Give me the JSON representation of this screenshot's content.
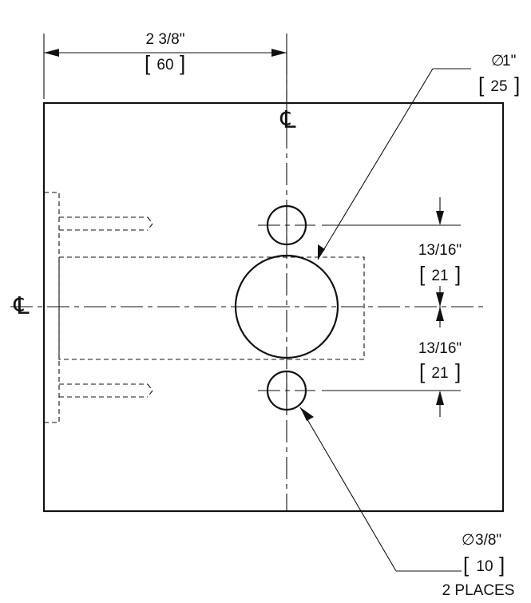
{
  "dimensions": {
    "top_width": {
      "imperial": "2 3/8\"",
      "metric": "60"
    },
    "large_hole": {
      "imperial": "1\"",
      "metric": "25",
      "diameter_symbol": "∅"
    },
    "upper_offset": {
      "imperial": "13/16\"",
      "metric": "21"
    },
    "lower_offset": {
      "imperial": "13/16\"",
      "metric": "21"
    },
    "small_hole": {
      "imperial": "3/8\"",
      "metric": "10",
      "diameter_symbol": "∅",
      "qty": "2 PLACES"
    }
  },
  "centerline": {
    "vertical_mark": "℄",
    "horizontal_mark": "℄"
  }
}
